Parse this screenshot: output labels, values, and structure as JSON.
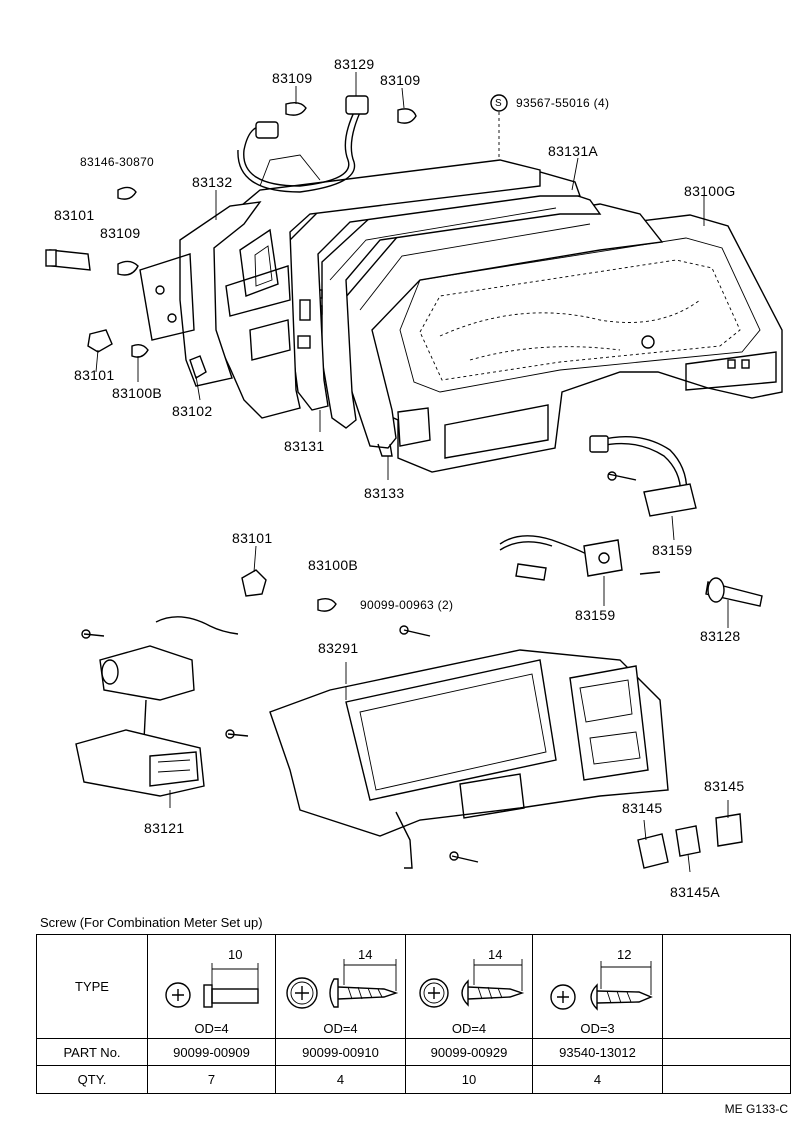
{
  "diagram": {
    "callouts": [
      {
        "id": "c1",
        "text": "83109"
      },
      {
        "id": "c2",
        "text": "83129"
      },
      {
        "id": "c3",
        "text": "83109"
      },
      {
        "id": "c4",
        "text": "93567-55016 (4)"
      },
      {
        "id": "c5",
        "text": "83146-30870"
      },
      {
        "id": "c6",
        "text": "83132"
      },
      {
        "id": "c7",
        "text": "83131A"
      },
      {
        "id": "c8",
        "text": "83100G"
      },
      {
        "id": "c9",
        "text": "83101"
      },
      {
        "id": "c10",
        "text": "83109"
      },
      {
        "id": "c11",
        "text": "83101"
      },
      {
        "id": "c12",
        "text": "83100B"
      },
      {
        "id": "c13",
        "text": "83102"
      },
      {
        "id": "c14",
        "text": "83131"
      },
      {
        "id": "c15",
        "text": "83133"
      },
      {
        "id": "c16",
        "text": "83159"
      },
      {
        "id": "c17",
        "text": "83101"
      },
      {
        "id": "c18",
        "text": "83100B"
      },
      {
        "id": "c19",
        "text": "90099-00963 (2)"
      },
      {
        "id": "c20",
        "text": "83159"
      },
      {
        "id": "c21",
        "text": "83128"
      },
      {
        "id": "c22",
        "text": "83291"
      },
      {
        "id": "c23",
        "text": "83145"
      },
      {
        "id": "c24",
        "text": "83145"
      },
      {
        "id": "c25",
        "text": "83121"
      },
      {
        "id": "c26",
        "text": "83145A"
      }
    ],
    "symbol_s": "S"
  },
  "screw_table": {
    "caption": "Screw (For Combination Meter Set up)",
    "row_labels": {
      "type": "TYPE",
      "part_no": "PART No.",
      "qty": "QTY."
    },
    "columns": [
      {
        "length": "10",
        "od": "OD=4",
        "part_no": "90099-00909",
        "qty": "7"
      },
      {
        "length": "14",
        "od": "OD=4",
        "part_no": "90099-00910",
        "qty": "4"
      },
      {
        "length": "14",
        "od": "OD=4",
        "part_no": "90099-00929",
        "qty": "10"
      },
      {
        "length": "12",
        "od": "OD=3",
        "part_no": "93540-13012",
        "qty": "4"
      },
      {
        "length": "",
        "od": "",
        "part_no": "",
        "qty": ""
      }
    ]
  },
  "footer": {
    "code": "ME G133-C"
  }
}
